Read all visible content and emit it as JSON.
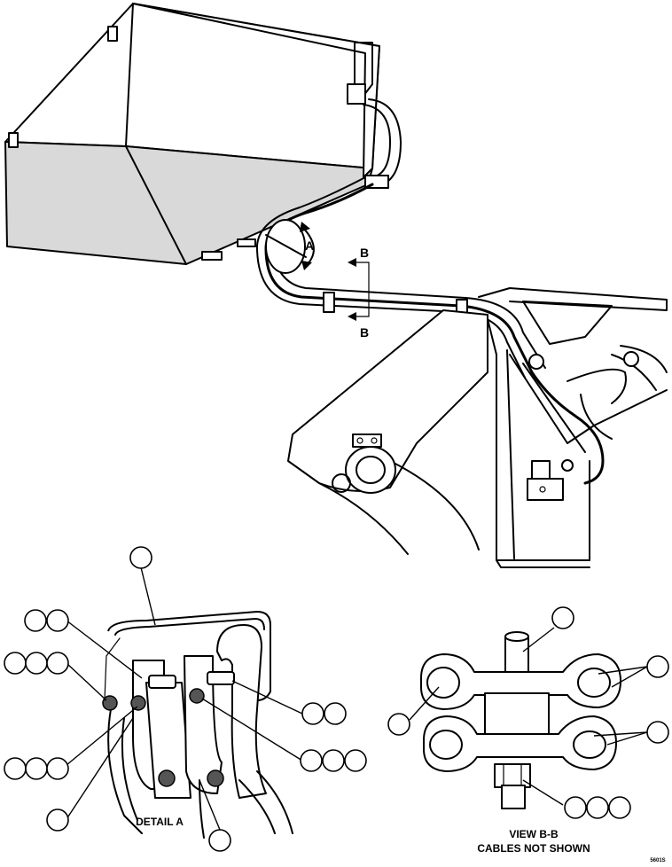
{
  "labels": {
    "view_a": "A",
    "section_b_top": "B",
    "section_b_bottom": "B",
    "detail_a": "DETAIL A",
    "view_bb_line1": "VIEW B-B",
    "view_bb_line2": "CABLES NOT SHOWN",
    "figure_id": "5601S"
  },
  "colors": {
    "line": "#000000",
    "background": "#ffffff",
    "shade": "#d9d9d9"
  }
}
